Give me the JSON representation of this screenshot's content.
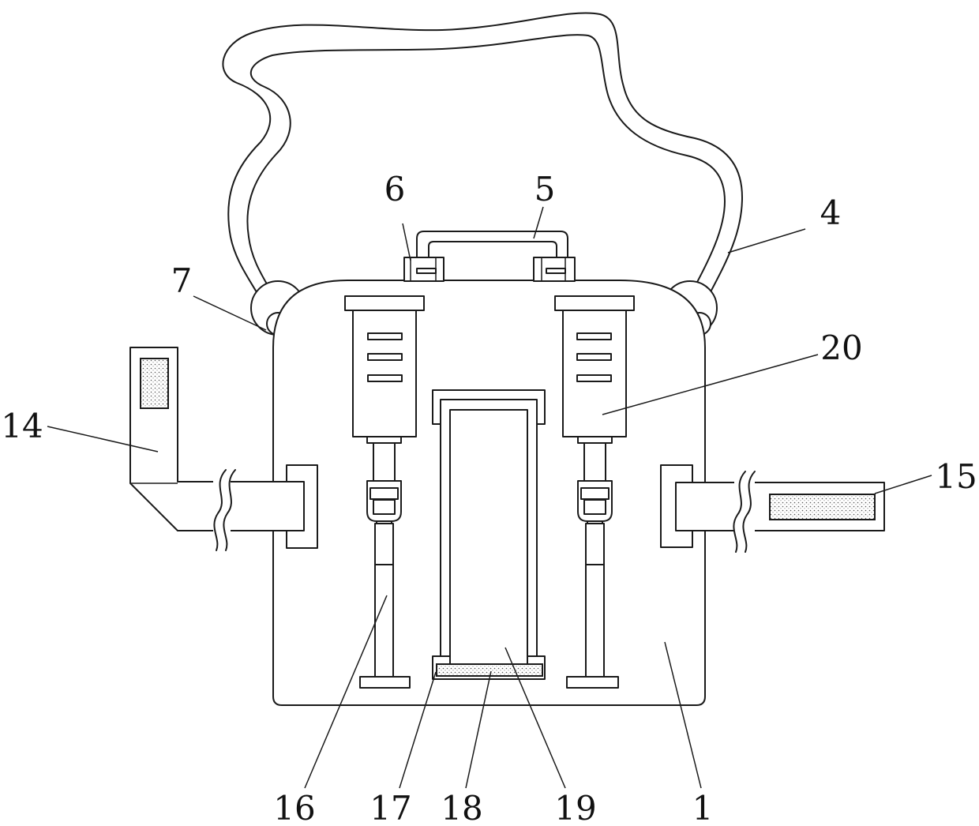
{
  "labels": {
    "l1": "1",
    "l4": "4",
    "l5": "5",
    "l6": "6",
    "l7": "7",
    "l14": "14",
    "l15": "15",
    "l16": "16",
    "l17": "17",
    "l18": "18",
    "l19": "19",
    "l20": "20"
  },
  "colors": {
    "line": "#1a1a1a",
    "background": "#ffffff"
  }
}
